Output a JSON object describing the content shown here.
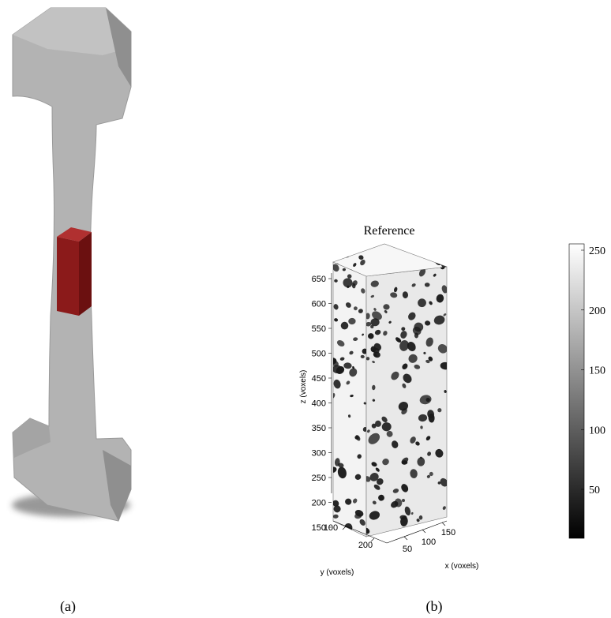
{
  "panels": {
    "a": {
      "label": "(a)"
    },
    "b": {
      "label": "(b)",
      "title": "Reference",
      "z_axis": {
        "label": "z (voxels)",
        "ticks": [
          "650",
          "600",
          "550",
          "500",
          "450",
          "400",
          "350",
          "300",
          "250",
          "200",
          "150"
        ]
      },
      "y_axis": {
        "label": "y (voxels)",
        "ticks": [
          "100",
          "200"
        ]
      },
      "x_axis": {
        "label": "x (voxels)",
        "ticks": [
          "50",
          "100",
          "150"
        ]
      },
      "colorbar": {
        "ticks": [
          "250",
          "200",
          "150",
          "100",
          "50"
        ]
      }
    }
  },
  "colors": {
    "specimen": "#b3b3b3",
    "roi_box": "#8b1a1a",
    "pores": "#1a1a1a"
  }
}
